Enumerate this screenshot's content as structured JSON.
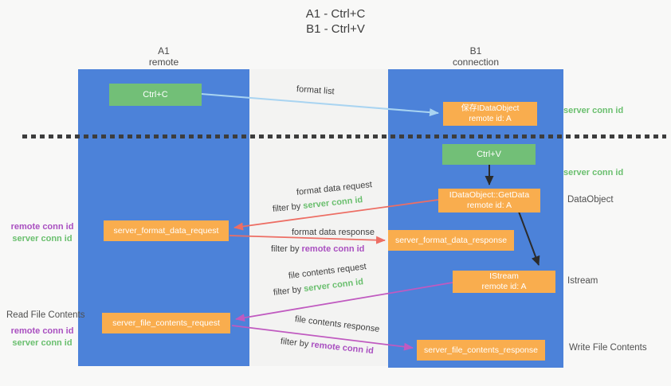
{
  "title": {
    "line1": "A1 - Ctrl+C",
    "line2": "B1 - Ctrl+V"
  },
  "columns": {
    "a1": {
      "name": "A1",
      "role": "remote"
    },
    "b1": {
      "name": "B1",
      "role": "connection"
    }
  },
  "nodes": {
    "ctrl_c": {
      "label": "Ctrl+C"
    },
    "save_obj": {
      "line1": "保存IDataObject",
      "line2": "remote id: A"
    },
    "ctrl_v": {
      "label": "Ctrl+V"
    },
    "getdata": {
      "line1": "IDataObject::GetData",
      "line2": "remote id: A"
    },
    "format_request": {
      "label": "server_format_data_request"
    },
    "format_response": {
      "label": "server_format_data_response"
    },
    "istream": {
      "line1": "IStream",
      "line2": "remote id: A"
    },
    "file_request": {
      "label": "server_file_contents_request"
    },
    "file_response": {
      "label": "server_file_contents_response"
    }
  },
  "side_labels": {
    "server_conn_top": "server conn id",
    "server_conn_mid": "server conn id",
    "dataobject": "DataObject",
    "istream": "Istream",
    "write_file": "Write File Contents",
    "read_file": "Read File Contents",
    "stack1": {
      "remote": "remote conn id",
      "server": "server conn id"
    },
    "stack2": {
      "remote": "remote conn id",
      "server": "server conn id"
    }
  },
  "arrow_labels": {
    "format_list": "format list",
    "format_data_request": "format data request",
    "filter1": {
      "prefix": "filter by",
      "value": "server conn id"
    },
    "format_data_response": "format data response",
    "filter2": {
      "prefix": "filter by",
      "value": "remote conn id"
    },
    "file_contents_request": "file contents request",
    "filter3": {
      "prefix": "filter by",
      "value": "server conn id"
    },
    "file_contents_response": "file contents response",
    "filter4": {
      "prefix": "filter by",
      "value": "remote conn id"
    }
  },
  "colors": {
    "column_blue": "#4c82d9",
    "box_green": "#72bf77",
    "box_orange": "#f9ad4e",
    "text_green": "#6abf6e",
    "text_purple": "#a94fc0",
    "arrow_red": "#ed6e64",
    "arrow_magenta": "#c05ac0",
    "arrow_light_blue": "#a9d4f1",
    "arrow_black": "#2b2b2b"
  }
}
